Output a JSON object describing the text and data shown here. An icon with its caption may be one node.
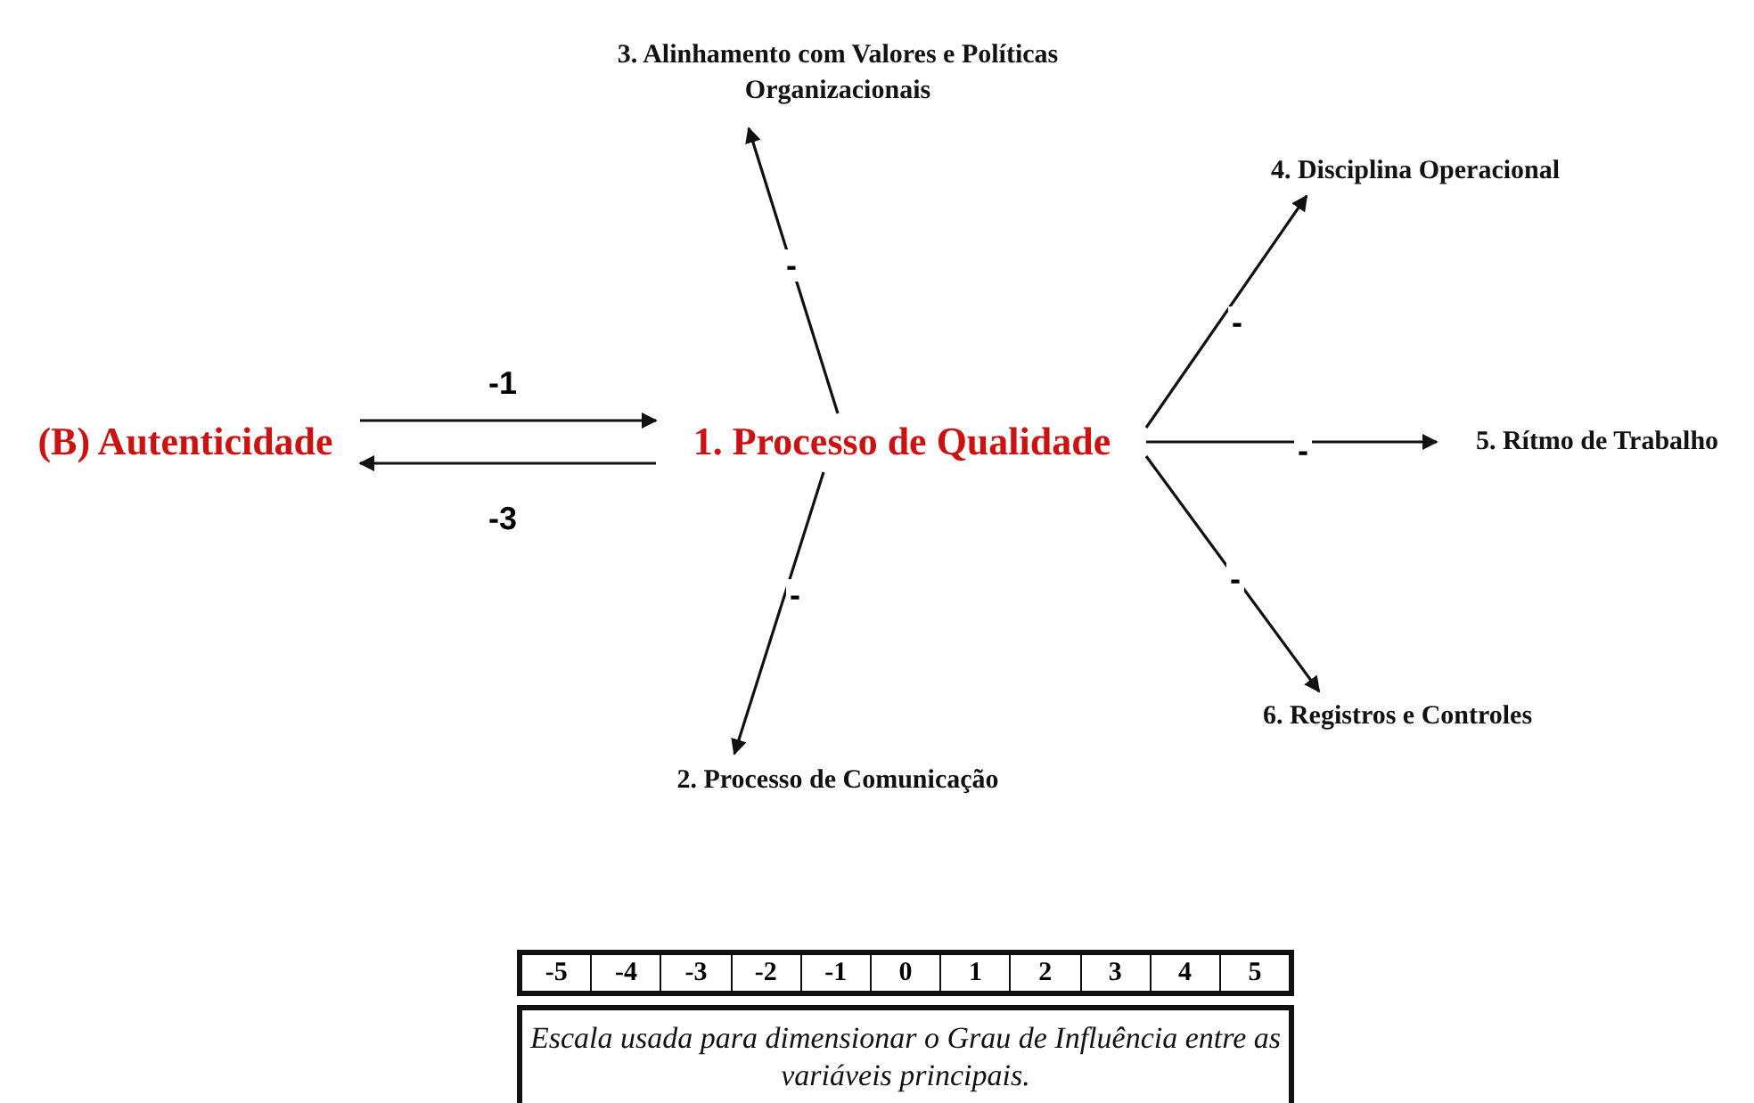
{
  "diagram": {
    "nodes": [
      {
        "text": [
          "(B) Autenticidade"
        ]
      },
      {
        "text": [
          "1. Processo de Qualidade"
        ]
      },
      {
        "text": [
          "3. Alinhamento com Valores e Políticas Organizacionais"
        ]
      },
      {
        "text": [
          "4. Disciplina Operacional"
        ]
      },
      {
        "text": [
          "5. Rítmo de Trabalho"
        ]
      },
      {
        "text": [
          "6. Registros e Controles"
        ]
      },
      {
        "text": [
          "2. Processo de Comunicação"
        ]
      },
      {
        "text": [
          "Escala usada para dimensionar o Grau de Influência entre as variáveis principais."
        ]
      }
    ],
    "edges": [
      {
        "from": 0,
        "to": 1,
        "label": "-1",
        "arrow": "to"
      },
      {
        "from": 1,
        "to": 0,
        "label": "-3",
        "arrow": "to"
      },
      {
        "from": 1,
        "to": 2,
        "label": "-",
        "arrow": "to"
      },
      {
        "from": 1,
        "to": 3,
        "label": "-",
        "arrow": "to"
      },
      {
        "from": 1,
        "to": 4,
        "label": "-",
        "arrow": "to"
      },
      {
        "from": 1,
        "to": 5,
        "label": "-",
        "arrow": "to"
      },
      {
        "from": 1,
        "to": 6,
        "label": "-",
        "arrow": "to"
      }
    ],
    "labels": [
      "-5",
      "-4",
      "-3",
      "-2",
      "-1",
      "0",
      "1",
      "2",
      "3",
      "4",
      "5"
    ]
  }
}
